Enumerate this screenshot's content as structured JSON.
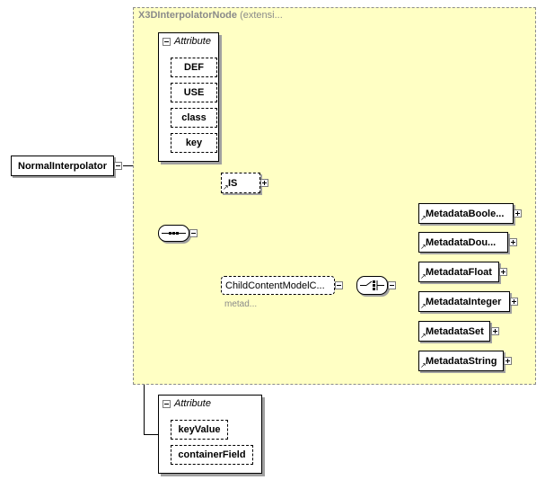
{
  "base_type": {
    "title": "X3DInterpolatorNode",
    "suffix": "(extensi..."
  },
  "root": {
    "label": "NormalInterpolator"
  },
  "inherited_attributes": {
    "title": "Attribute",
    "items": [
      "DEF",
      "USE",
      "class",
      "key"
    ]
  },
  "is_element": {
    "label": "IS"
  },
  "child_group": {
    "label": "ChildContentModelC...",
    "sublabel": "metad..."
  },
  "metadata_elements": [
    "MetadataBoole...",
    "MetadataDou...",
    "MetadataFloat",
    "MetadataInteger",
    "MetadataSet",
    "MetadataString"
  ],
  "own_attributes": {
    "title": "Attribute",
    "items": [
      "keyValue",
      "containerField"
    ]
  },
  "colors": {
    "extension_fill": "#ffffc4",
    "line": "#000000",
    "muted_text": "#8a8a8a"
  },
  "icons": [
    "collapse-icon",
    "expand-icon",
    "sequence-icon",
    "choice-icon",
    "reference-arrow-icon"
  ]
}
